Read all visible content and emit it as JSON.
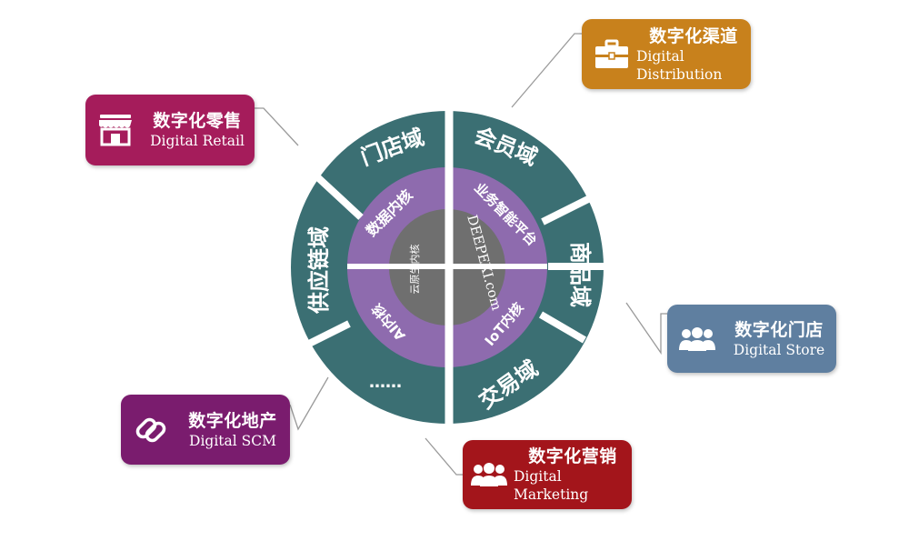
{
  "colors": {
    "outer_ring": "#3b6f73",
    "middle_ring": "#8e6bae",
    "inner_circle": "#6f6f6f",
    "separator": "#ffffff",
    "connector": "#9a9a9a",
    "retail": "#a51c5b",
    "distribution": "#c8811c",
    "store": "#5f7fa0",
    "scm": "#7a1c6e",
    "marketing": "#a3151b"
  },
  "outer_ring": {
    "store_domain": "门店域",
    "member_domain": "会员域",
    "product_domain": "商品域",
    "transaction_domain": "交易域",
    "more": "……",
    "supply_chain_domain": "供应链域"
  },
  "middle_ring": {
    "data_core": "数据内核",
    "business_platform": "业务智能平台",
    "iot_core": "IoT内核",
    "ai_core": "AI内核"
  },
  "inner_circle": {
    "cloud_native_core": "云原生内核",
    "domain": "DEEPEXI.com"
  },
  "cards": {
    "retail": {
      "cn": "数字化零售",
      "en": "Digital Retail",
      "icon": "storefront-icon"
    },
    "distribution": {
      "cn": "数字化渠道",
      "en": "Digital Distribution",
      "icon": "briefcase-icon"
    },
    "store": {
      "cn": "数字化门店",
      "en": "Digital Store",
      "icon": "people-group-icon"
    },
    "scm": {
      "cn": "数字化地产",
      "en": "Digital SCM",
      "icon": "link-icon"
    },
    "marketing": {
      "cn": "数字化营销",
      "en": "Digital Marketing",
      "icon": "people-group-icon"
    }
  }
}
